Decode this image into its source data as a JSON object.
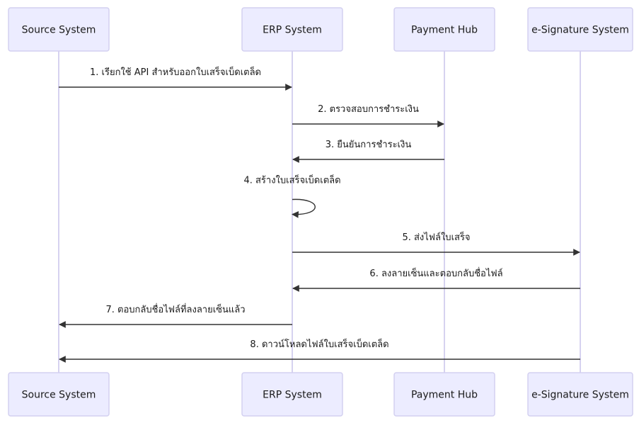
{
  "colors": {
    "actor_fill": "#ECECFF",
    "actor_stroke": "#D3D0F0",
    "lifeline": "#C9C3EC",
    "arrow": "#333333",
    "text": "#1a1a1a"
  },
  "participants": [
    {
      "id": "source",
      "label": "Source System"
    },
    {
      "id": "erp",
      "label": "ERP System"
    },
    {
      "id": "payment",
      "label": "Payment Hub"
    },
    {
      "id": "esign",
      "label": "e-Signature System"
    }
  ],
  "messages": [
    {
      "from": "source",
      "to": "erp",
      "label": "1. เรียกใช้ API สำหรับออกใบเสร็จเบ็ดเตล็ด"
    },
    {
      "from": "erp",
      "to": "payment",
      "label": "2. ตรวจสอบการชำระเงิน"
    },
    {
      "from": "payment",
      "to": "erp",
      "label": "3. ยืนยันการชำระเงิน"
    },
    {
      "from": "erp",
      "to": "erp",
      "label": "4. สร้างใบเสร็จเบ็ดเตล็ด"
    },
    {
      "from": "erp",
      "to": "esign",
      "label": "5. ส่งไฟล์ใบเสร็จ"
    },
    {
      "from": "esign",
      "to": "erp",
      "label": "6. ลงลายเซ็นและตอบกลับชื่อไฟล์"
    },
    {
      "from": "erp",
      "to": "source",
      "label": "7. ตอบกลับชื่อไฟล์ที่ลงลายเซ็นแล้ว"
    },
    {
      "from": "esign",
      "to": "source",
      "label": "8. ดาวน์โหลดไฟล์ใบเสร็จเบ็ดเตล็ด"
    }
  ]
}
